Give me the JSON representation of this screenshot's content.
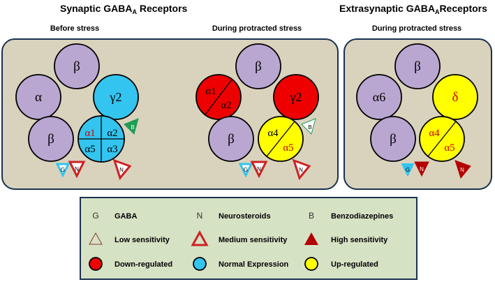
{
  "headers": {
    "synaptic": {
      "main": "Synaptic GABA",
      "sub": "A",
      "rest": " Receptors"
    },
    "extrasynaptic": {
      "main": "Extrasynaptic GABA",
      "sub": "A",
      "rest": "Receptors"
    }
  },
  "panels": {
    "before": {
      "label": "Before stress"
    },
    "during": {
      "label": "During protracted stress"
    },
    "extra": {
      "label": "During protracted stress"
    }
  },
  "subunits": {
    "alpha": "α",
    "beta": "β",
    "gamma2": "γ2",
    "delta": "δ",
    "alpha6": "α6",
    "a1": "α1",
    "a2": "α2",
    "a3": "α3",
    "a4": "α4",
    "a5": "α5"
  },
  "badges": {
    "gaba": "G",
    "neurosteroid": "N",
    "benzodiazepine": "B"
  },
  "legend": {
    "gaba": {
      "symbol": "G",
      "label": "GABA"
    },
    "neurosteroids": {
      "symbol": "N",
      "label": "Neurosteroids"
    },
    "benzodiazepines": {
      "symbol": "B",
      "label": "Benzodiazepines"
    },
    "low": "Low sensitivity",
    "medium": "Medium sensitivity",
    "high": "High sensitivity",
    "down": "Down-regulated",
    "normal": "Normal Expression",
    "up": "Up-regulated"
  },
  "colors": {
    "panel_bg": "#d9d3bd",
    "legend_bg": "#d6e2c4",
    "beta_purple": "#b9a6d1",
    "normal_cyan": "#33c4ef",
    "down_red": "#ee0000",
    "up_yellow": "#ffff00",
    "high_sens": "#b30000",
    "benzo_green": "#1f9d55",
    "text_red": "#cc0000"
  }
}
